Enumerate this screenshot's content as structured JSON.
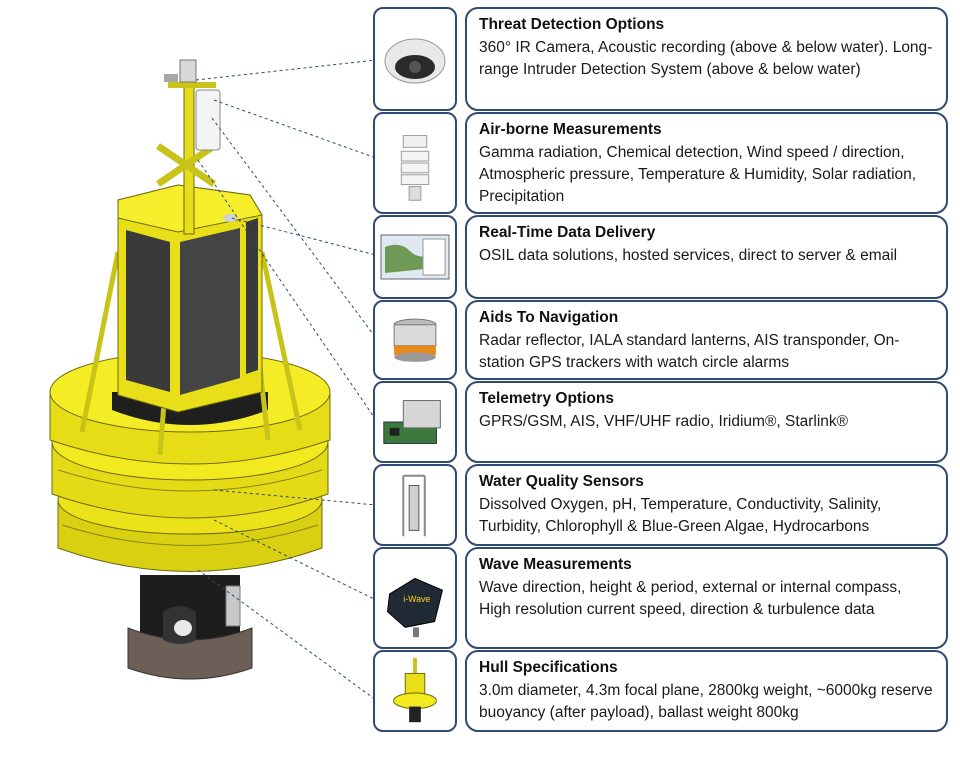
{
  "colors": {
    "frame": "#2f4a73",
    "hull": "#f2ea1e",
    "connector": "#2f4a73"
  },
  "panels": [
    {
      "title": "Threat Detection Options",
      "body": "360° IR Camera, Acoustic recording (above & below water). Long-range Intruder Detection System (above & below water)",
      "icon": "dome-camera-icon"
    },
    {
      "title": "Air-borne Measurements",
      "body": "Gamma radiation, Chemical detection, Wind speed / direction, Atmospheric pressure, Temperature & Humidity, Solar radiation, Precipitation",
      "icon": "weather-sensor-icon"
    },
    {
      "title": "Real-Time Data Delivery",
      "body": "OSIL data solutions, hosted services, direct to server & email",
      "icon": "map-screen-icon"
    },
    {
      "title": "Aids To Navigation",
      "body": "Radar reflector, IALA standard lanterns, AIS transponder, On-station GPS trackers with watch circle alarms",
      "icon": "lantern-icon"
    },
    {
      "title": "Telemetry Options",
      "body": "GPRS/GSM, AIS, VHF/UHF radio, Iridium®, Starlink®",
      "icon": "circuit-board-icon"
    },
    {
      "title": "Water Quality Sensors",
      "body": "Dissolved Oxygen, pH, Temperature, Conductivity, Salinity, Turbidity, Chlorophyll & Blue-Green Algae, Hydrocarbons",
      "icon": "sonde-cage-icon"
    },
    {
      "title": "Wave Measurements",
      "body": "Wave direction, height & period, external or internal compass, High resolution current speed, direction & turbulence data",
      "icon": "wave-sensor-icon",
      "device_label": "i-Wave"
    },
    {
      "title": "Hull Specifications",
      "body": "3.0m diameter, 4.3m focal plane, 2800kg weight, ~6000kg reserve buoyancy (after payload), ballast weight 800kg",
      "icon": "mini-buoy-icon"
    }
  ]
}
